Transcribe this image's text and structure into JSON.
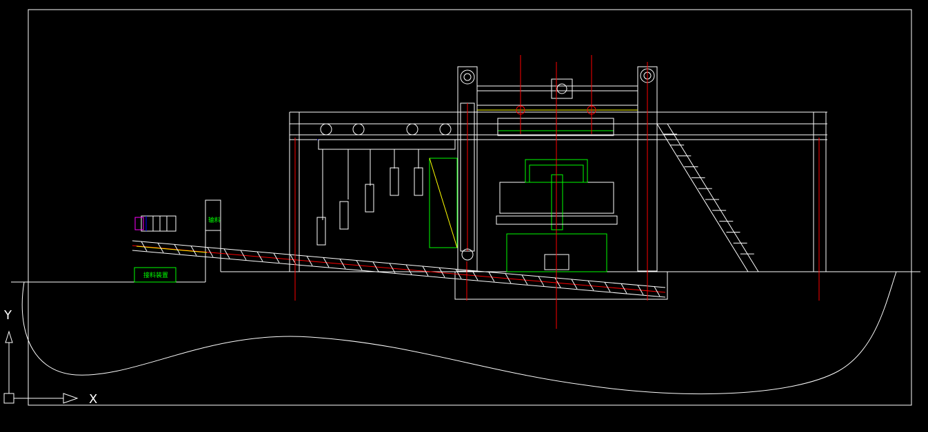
{
  "drawing": {
    "colors": {
      "background": "#000000",
      "line": "#ffffff",
      "center_line": "#ff0000",
      "label": "#00ff00",
      "bolt": "#0000ff",
      "accent_yellow": "#ffff00",
      "accent_magenta": "#ff00ff",
      "accent_cyan": "#00ffff"
    },
    "labels": {
      "hopper": "输料",
      "base_label": "接料装置"
    }
  },
  "ucs_icon": {
    "x_label": "X",
    "y_label": "Y"
  }
}
